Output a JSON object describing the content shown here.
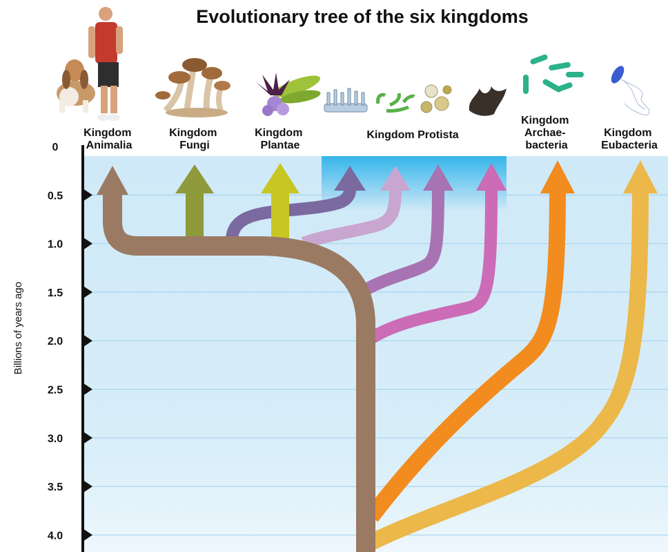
{
  "title": "Evolutionary tree of the six kingdoms",
  "y_axis": {
    "label": "Billions of years ago",
    "ticks": [
      "0",
      "0.5",
      "1.0",
      "1.5",
      "2.0",
      "2.5",
      "3.0",
      "3.5",
      "4.0"
    ]
  },
  "kingdoms": [
    {
      "key": "animalia",
      "lines": [
        "Kingdom",
        "Animalia"
      ],
      "color": "#9a7a62"
    },
    {
      "key": "fungi",
      "lines": [
        "Kingdom",
        "Fungi"
      ],
      "color": "#8f9a3a"
    },
    {
      "key": "plantae",
      "lines": [
        "Kingdom",
        "Plantae"
      ],
      "color": "#c8c623"
    },
    {
      "key": "protista",
      "lines": [
        "Kingdom Protista"
      ],
      "colors": [
        "#7a6aa0",
        "#c9a6cf",
        "#a873b2",
        "#cc6bb6"
      ]
    },
    {
      "key": "archaebacteria",
      "lines": [
        "Kingdom",
        "Archae-",
        "bacteria"
      ],
      "color": "#f28c1f"
    },
    {
      "key": "eubacteria",
      "lines": [
        "Kingdom",
        "Eubacteria"
      ],
      "color": "#ecb84a"
    }
  ],
  "colors": {
    "background_top": "#cfe9f8",
    "background_bottom": "#ffffff",
    "protista_highlight": "#35b5ea",
    "axis": "#111111"
  },
  "illustrations": [
    "person-with-dog",
    "mushrooms",
    "flower",
    "protists",
    "bacteria-rods",
    "bacterium"
  ]
}
